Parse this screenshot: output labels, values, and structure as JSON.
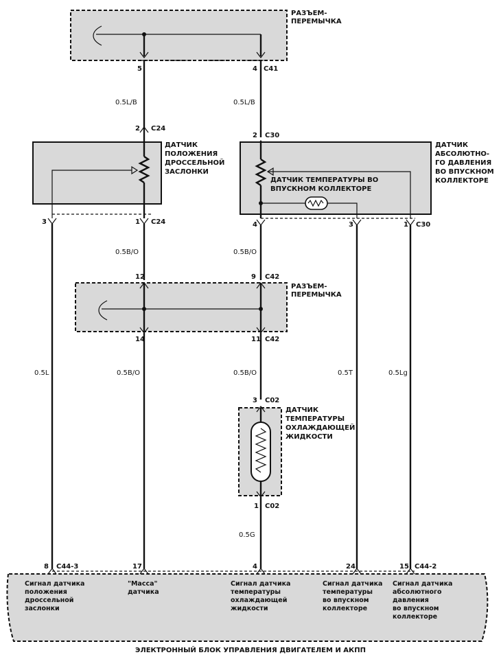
{
  "top_connector": {
    "label": [
      "РАЗЪЕМ-",
      "ПЕРЕМЫЧКА"
    ],
    "pin_left": "5",
    "pin_right": "4",
    "code": "C41"
  },
  "throttle_sensor": {
    "label": [
      "ДАТЧИК",
      "ПОЛОЖЕНИЯ",
      "ДРОССЕЛЬНОЙ",
      "ЗАСЛОНКИ"
    ],
    "top_pin": "2",
    "top_code": "C24",
    "bottom_pin_left": "3",
    "bottom_pin_right": "1",
    "bottom_code": "C24"
  },
  "map_sensor": {
    "label": [
      "ДАТЧИК",
      "АБСОЛЮТНО-",
      "ГО ДАВЛЕНИЯ",
      "ВО ВПУСКНОМ",
      "КОЛЛЕКТОРЕ"
    ],
    "inner_label": [
      "ДАТЧИК ТЕМПЕРАТУРЫ ВО",
      "ВПУСКНОМ КОЛЛЕКТОРЕ"
    ],
    "top_pin": "2",
    "top_code": "C30",
    "bottom_pin_left": "4",
    "bottom_pin_mid": "3",
    "bottom_pin_right": "1",
    "bottom_code": "C30"
  },
  "mid_connector": {
    "label": [
      "РАЗЪЕМ-",
      "ПЕРЕМЫЧКА"
    ],
    "top_pin_left": "12",
    "top_pin_right": "9",
    "top_code": "C42",
    "bottom_pin_left": "14",
    "bottom_pin_right": "11",
    "bottom_code": "C42"
  },
  "coolant_sensor": {
    "label": [
      "ДАТЧИК",
      "ТЕМПЕРАТУРЫ",
      "ОХЛАЖДАЮЩЕЙ",
      "ЖИДКОСТИ"
    ],
    "top_pin": "3",
    "top_code": "C02",
    "bottom_pin": "1",
    "bottom_code": "C02"
  },
  "wires": {
    "w1": "0.5L/B",
    "w2": "0.5L/B",
    "w3": "0.5B/O",
    "w4": "0.5B/O",
    "w5": "0.5L",
    "w6": "0.5B/O",
    "w7": "0.5B/O",
    "w8": "0.5T",
    "w9": "0.5Lg",
    "w10": "0.5G"
  },
  "ecu": {
    "title": "ЭЛЕКТРОННЫЙ БЛОК УПРАВЛЕНИЯ ДВИГАТЕЛЕМ И АКПП",
    "pins": [
      {
        "pin": "8",
        "code": "C44-3",
        "desc": [
          "Сигнал датчика",
          "положения",
          "дроссельной",
          "заслонки"
        ]
      },
      {
        "pin": "17",
        "code": "",
        "desc": [
          "\"Масса\"",
          "датчика"
        ]
      },
      {
        "pin": "4",
        "code": "",
        "desc": [
          "Сигнал датчика",
          "температуры",
          "охлаждающей",
          "жидкости"
        ]
      },
      {
        "pin": "24",
        "code": "",
        "desc": [
          "Сигнал датчика",
          "температуры",
          "во впускном",
          "коллекторе"
        ]
      },
      {
        "pin": "15",
        "code": "C44-2",
        "desc": [
          "Сигнал датчика",
          "абсолютного",
          "давления",
          "во впускном",
          "коллекторе"
        ]
      }
    ]
  }
}
